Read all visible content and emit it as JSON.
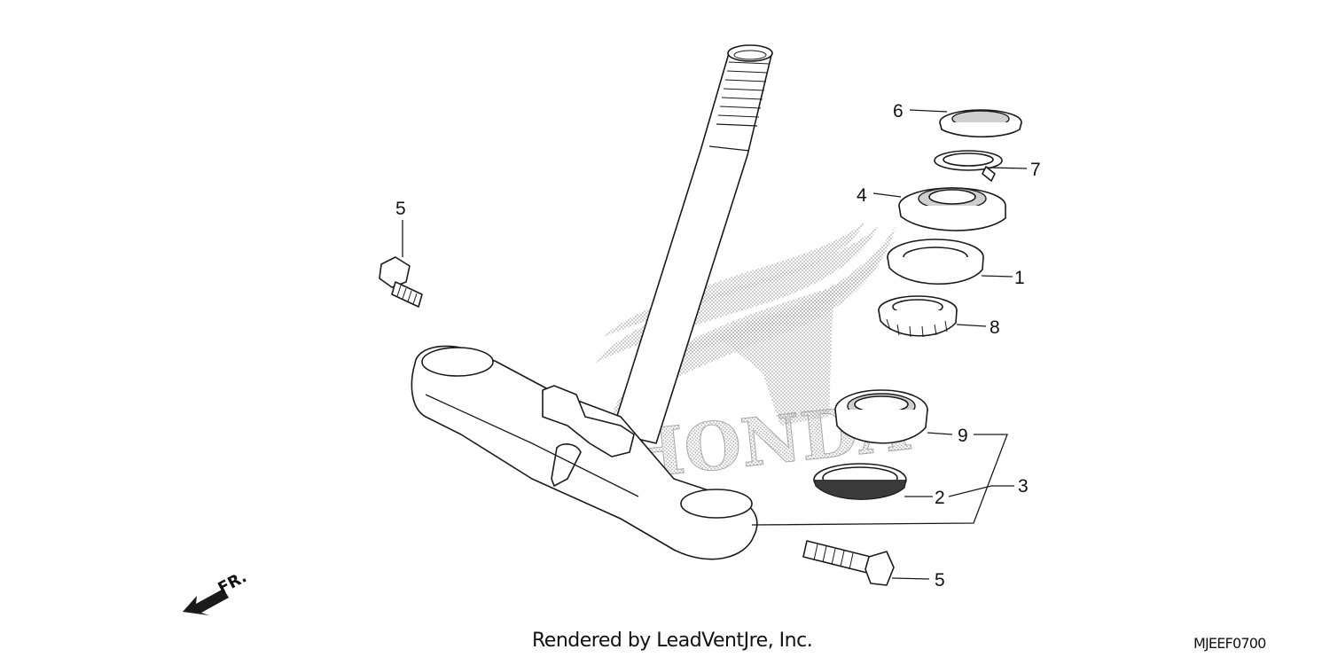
{
  "callouts": {
    "c1": "1",
    "c2": "2",
    "c3": "3",
    "c4": "4",
    "c5_top": "5",
    "c5_bottom": "5",
    "c6": "6",
    "c7": "7",
    "c8": "8",
    "c9": "9"
  },
  "direction_label": "FR.",
  "footer": {
    "credit": "Rendered by LeadVentJre, Inc.",
    "diagram_code": "MJEEF0700"
  },
  "watermark": {
    "brand_text": "HONDA"
  }
}
